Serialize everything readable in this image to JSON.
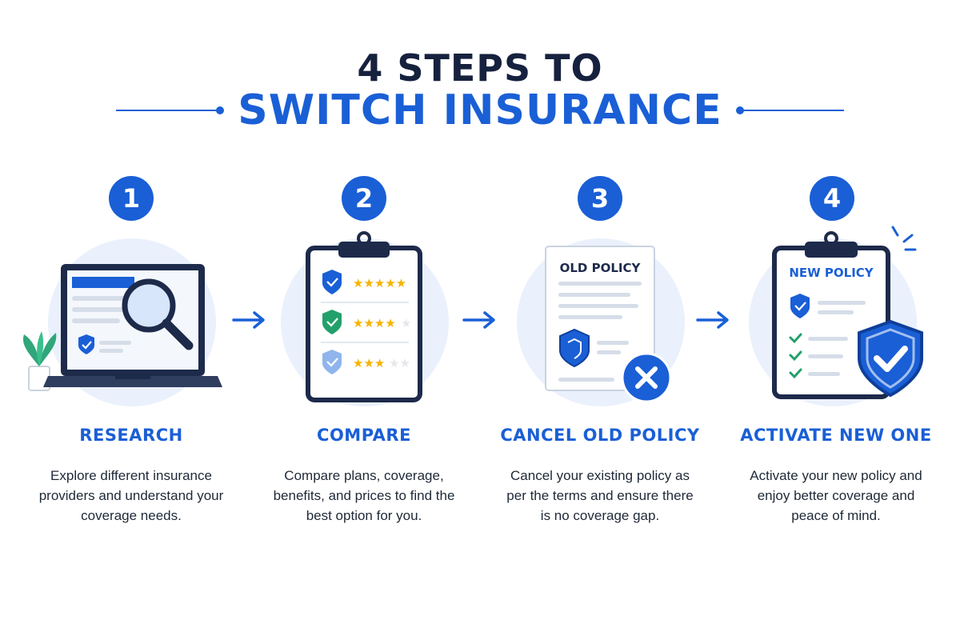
{
  "header": {
    "line1": "4 STEPS TO",
    "line2": "SWITCH INSURANCE",
    "line1_color": "#16213e",
    "accent_color": "#1a5fd6"
  },
  "colors": {
    "title_blue": "#1a5fd6",
    "star_yellow": "#f5b301",
    "check_green": "#22a06b",
    "cancel_blue": "#1a5fd6",
    "soft_bg": "#eaf1fc"
  },
  "steps": [
    {
      "number": "1",
      "title": "RESEARCH",
      "description": "Explore different insurance providers and understand your coverage needs.",
      "icon": "laptop-magnifier-icon"
    },
    {
      "number": "2",
      "title": "COMPARE",
      "description": "Compare plans, coverage, benefits, and prices to find the best option for you.",
      "icon": "clipboard-ratings-icon",
      "ratings": [
        5,
        4,
        3
      ]
    },
    {
      "number": "3",
      "title": "CANCEL OLD POLICY",
      "description": "Cancel your existing policy as per the terms and ensure there is no coverage gap.",
      "icon": "old-policy-cancel-icon",
      "doc_label": "OLD POLICY"
    },
    {
      "number": "4",
      "title": "ACTIVATE NEW ONE",
      "description": "Activate your new policy and enjoy better coverage and peace of mind.",
      "icon": "new-policy-shield-icon",
      "doc_label": "NEW POLICY"
    }
  ]
}
